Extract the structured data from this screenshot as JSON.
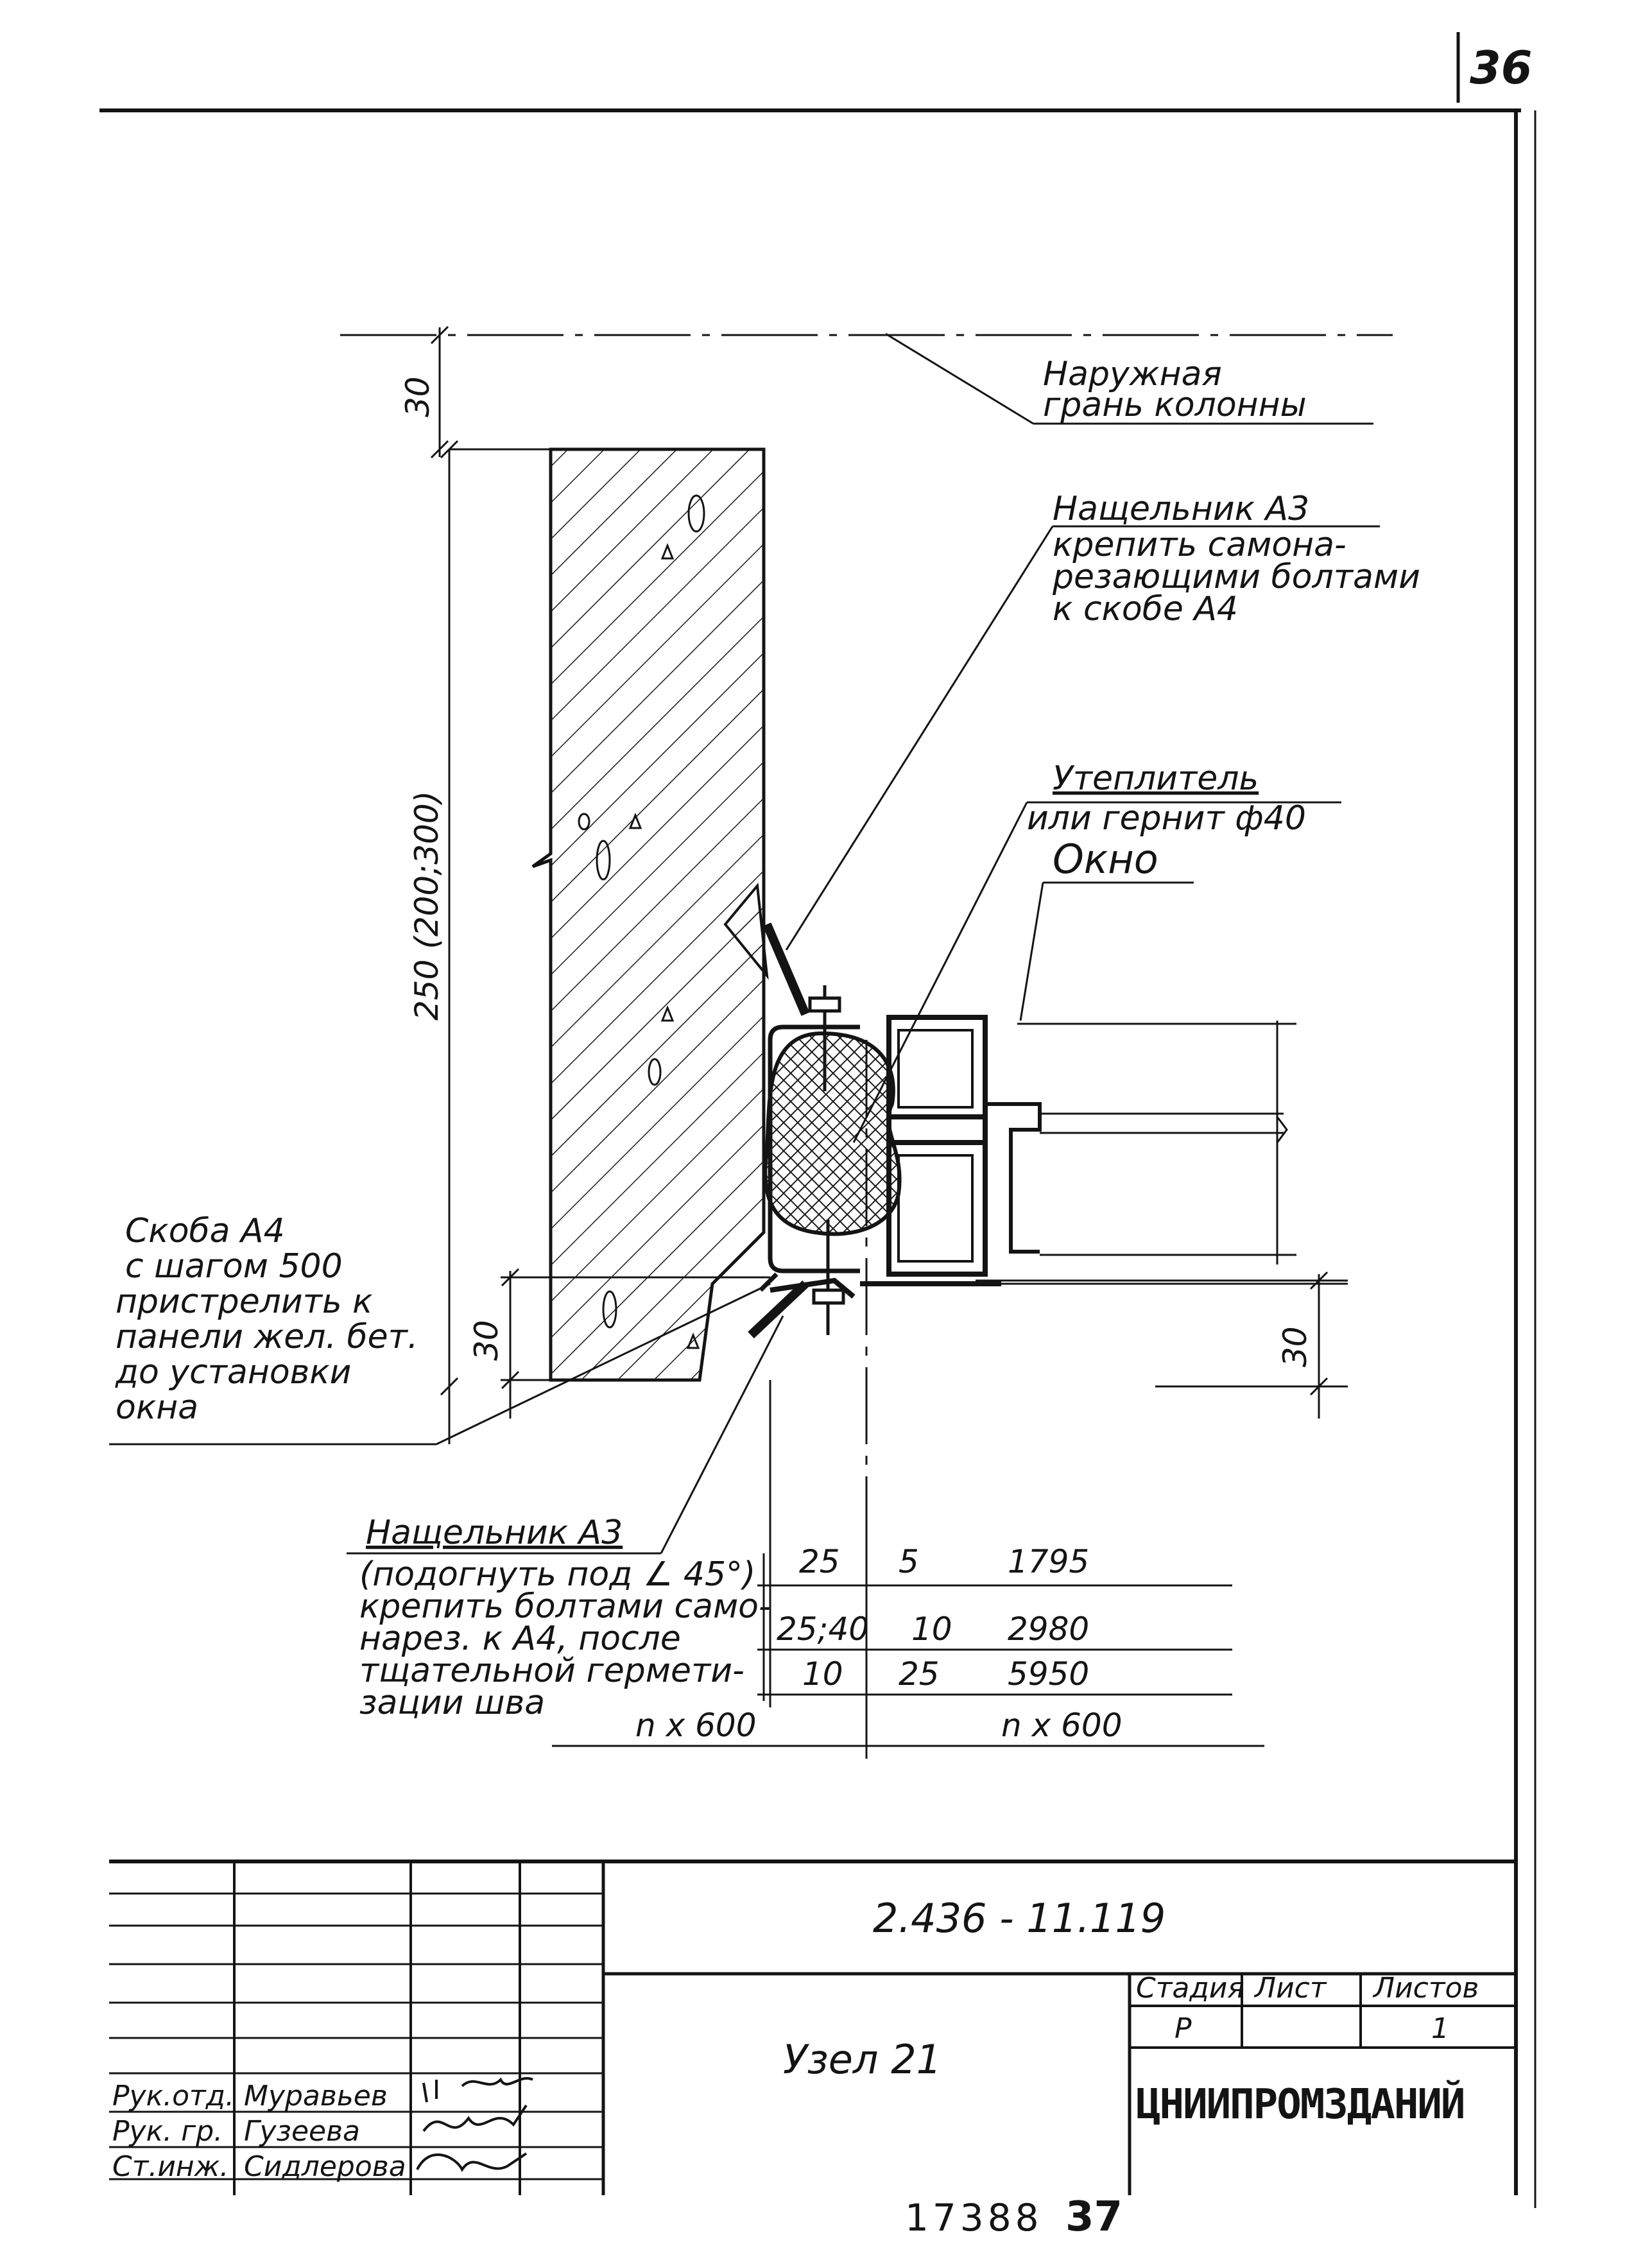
{
  "page_number": "36",
  "labels": {
    "outer_face": [
      "Наружная",
      "грань колонны"
    ],
    "flashing_top": [
      "Нащельник А3",
      "крепить самона-",
      "резающими болтами",
      "к скобе А4"
    ],
    "insulation": [
      "Утеплитель",
      "или гернит ф40"
    ],
    "window": "Окно",
    "bracket": [
      "Скоба А4",
      "с шагом 500",
      "пристрелить к",
      "панели жел. бет.",
      "до установки",
      "окна"
    ],
    "flashing_bottom": [
      "Нащельник А3",
      "(подогнуть под ∠ 45°)",
      "крепить болтами само-",
      "нарез. к А4, после",
      "тщательной гермети-",
      "зации шва"
    ]
  },
  "dimensions": {
    "top_offset": "30",
    "panel_height": "250 (200;300)",
    "bottom_left": "30",
    "bottom_right": "30",
    "table": [
      [
        "25",
        "5",
        "1795"
      ],
      [
        "25;40",
        "10",
        "2980"
      ],
      [
        "10",
        "25",
        "5950"
      ]
    ],
    "module_left": "n x 600",
    "module_right": "n x 600"
  },
  "title_block": {
    "doc_code": "2.436 - 11.119",
    "title": "Узел 21",
    "stage_header": "Стадия",
    "sheet_header": "Лист",
    "sheets_header": "Листов",
    "stage": "Р",
    "sheet": "",
    "sheets": "1",
    "org": "ЦНИИПРОМЗДАНИЙ",
    "staff": [
      {
        "role": "Рук.отд.",
        "name": "Муравьев"
      },
      {
        "role": "Рук. гр.",
        "name": "Гузеева"
      },
      {
        "role": "Ст.инж.",
        "name": "Сидлерова"
      }
    ]
  },
  "footer_number": "17388",
  "footer_page": "37"
}
